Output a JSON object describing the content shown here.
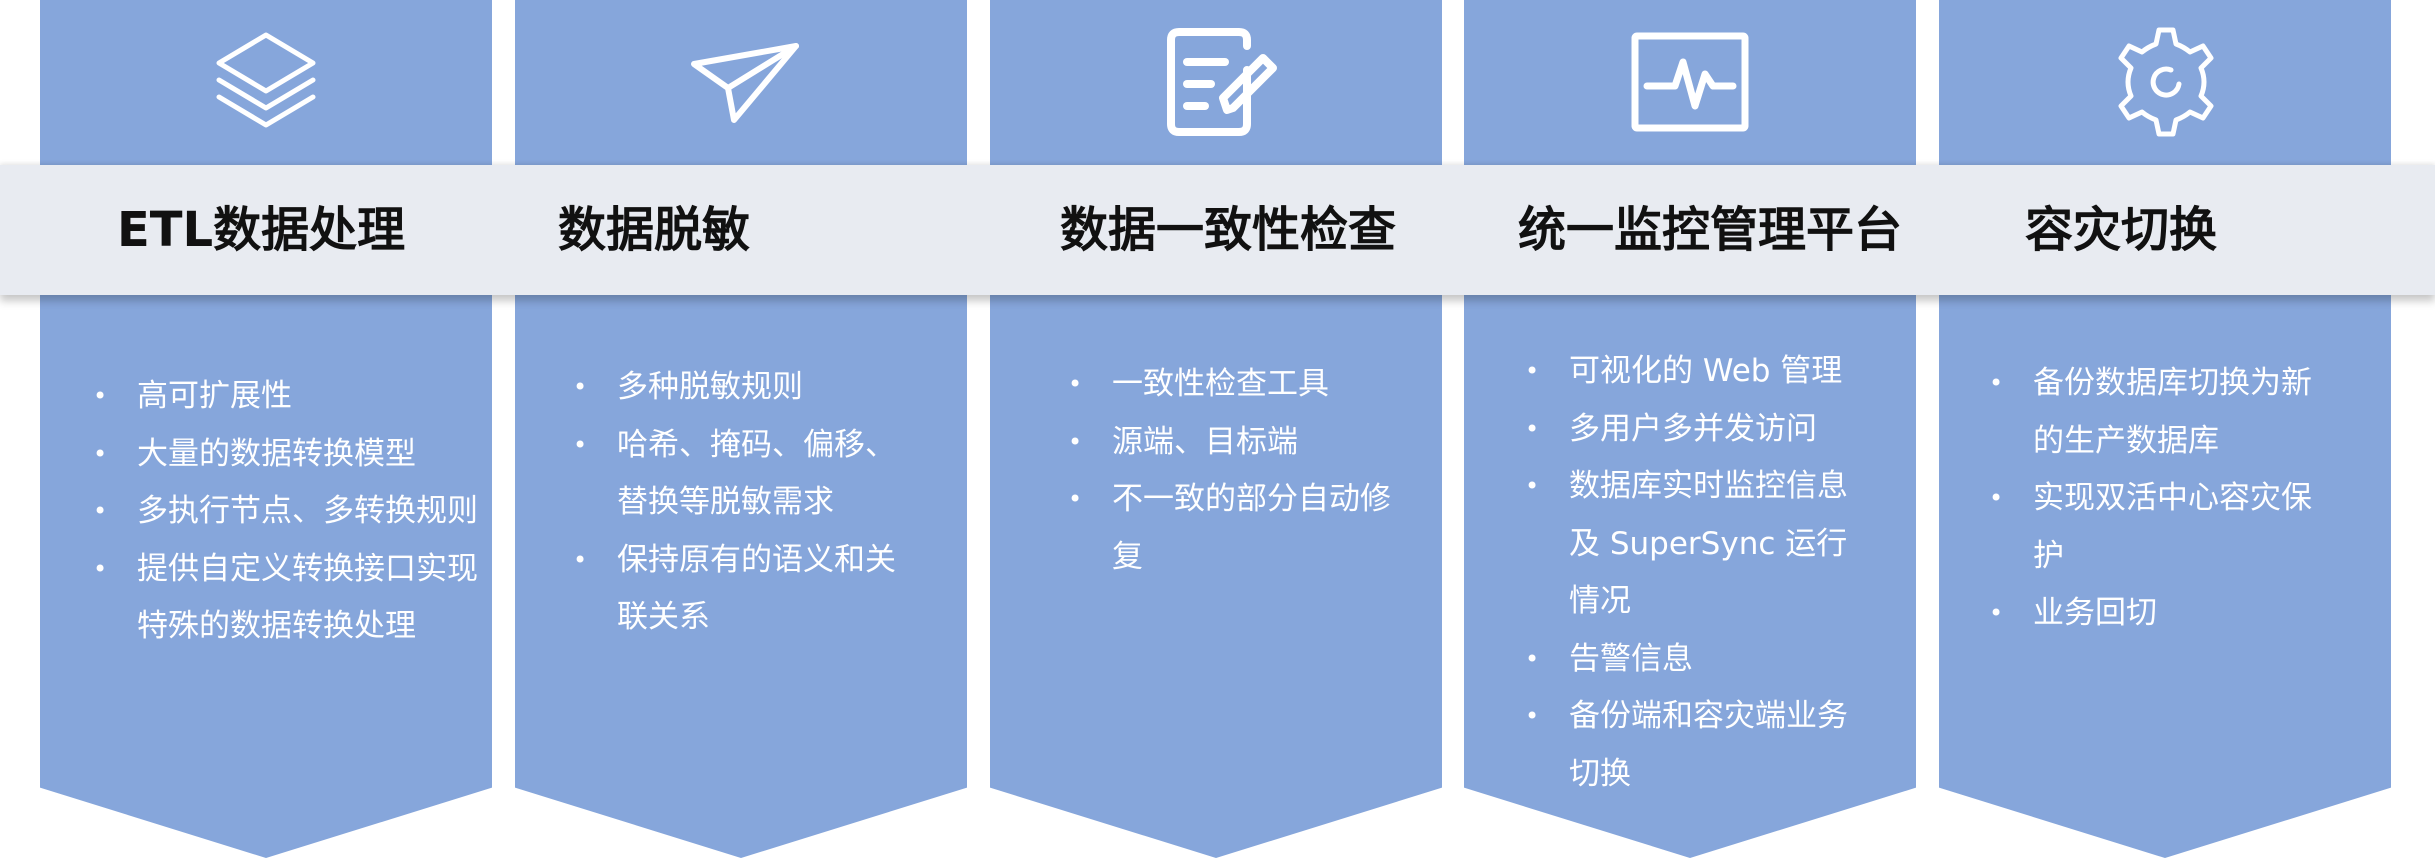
{
  "colors": {
    "column_fill": "#86a6db",
    "band_fill": "#e8ebf1",
    "title_text": "#111111",
    "bullet_text": "#ffffff",
    "icon_stroke": "#ffffff"
  },
  "columns": [
    {
      "icon": "layers-icon",
      "title": "ETL数据处理",
      "items": [
        "高可扩展性",
        "大量的数据转换模型",
        "多执行节点、多转换规则",
        "提供自定义转换接口实现",
        "特殊的数据转换处理"
      ]
    },
    {
      "icon": "paper-plane-icon",
      "title": "数据脱敏",
      "items": [
        "多种脱敏规则",
        "哈希、掩码、偏移、",
        "替换等脱敏需求",
        "保持原有的语义和关",
        "联关系"
      ]
    },
    {
      "icon": "edit-document-icon",
      "title": "数据一致性检查",
      "items": [
        "一致性检查工具",
        "源端、目标端",
        "不一致的部分自动修",
        "复"
      ]
    },
    {
      "icon": "monitor-pulse-icon",
      "title": "统一监控管理平台",
      "items": [
        "可视化的 Web 管理",
        "多用户多并发访问",
        "数据库实时监控信息",
        "及 SuperSync 运行",
        "情况",
        "告警信息",
        "备份端和容灾端业务",
        "切换"
      ]
    },
    {
      "icon": "gear-icon",
      "title": "容灾切换",
      "items": [
        "备份数据库切换为新",
        "的生产数据库",
        "实现双活中心容灾保",
        "护",
        "业务回切"
      ]
    }
  ]
}
